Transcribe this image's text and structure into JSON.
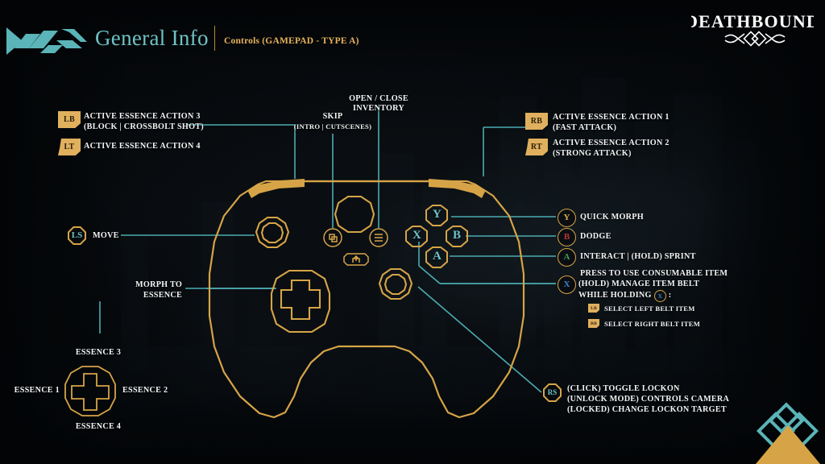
{
  "header": {
    "logo_icon": "deathbound-mark-icon",
    "title": "General Info",
    "subtitle": "Controls (GAMEPAD - TYPE A)",
    "brand": "DEATHBOUND",
    "brand_ornament_icon": "diamond-ornament-icon"
  },
  "colors": {
    "gold": "#d6a447",
    "gold_light": "#e0b05e",
    "teal": "#5ab4b8",
    "teal_title": "#6fc3c6",
    "amber_text": "#e6b35a",
    "white": "#f2f4f5",
    "background": "#06090c",
    "btn_y": "#d8b04a",
    "btn_b": "#b8342c",
    "btn_a": "#3f9a5a",
    "btn_x": "#3f86c4"
  },
  "left_shoulder": [
    {
      "badge": "LB",
      "line1": "ACTIVE ESSENCE ACTION 3",
      "line2": "(BLOCK | CROSSBOLT SHOT)"
    },
    {
      "badge": "LT",
      "line1": "ACTIVE ESSENCE ACTION 4",
      "line2": ""
    }
  ],
  "right_shoulder": [
    {
      "badge": "RB",
      "line1": "ACTIVE ESSENCE ACTION 1",
      "line2": "(FAST ATTACK)"
    },
    {
      "badge": "RT",
      "line1": "ACTIVE ESSENCE ACTION 2",
      "line2": "(STRONG ATTACK)"
    }
  ],
  "center_top": [
    {
      "name": "skip",
      "line1": "SKIP",
      "line2": "(INTRO | CUTSCENES)"
    },
    {
      "name": "inventory",
      "line1": "OPEN / CLOSE",
      "line2": "INVENTORY"
    }
  ],
  "left_stick": {
    "badge": "LS",
    "label": "MOVE"
  },
  "morph": {
    "line1": "MORPH TO",
    "line2": "ESSENCE"
  },
  "dpad": {
    "up": "ESSENCE 3",
    "left": "ESSENCE 1",
    "right": "ESSENCE 2",
    "down": "ESSENCE 4"
  },
  "face_buttons": [
    {
      "badge": "Y",
      "color": "#d8b04a",
      "label": "QUICK MORPH"
    },
    {
      "badge": "B",
      "color": "#b8342c",
      "label": "DODGE"
    },
    {
      "badge": "A",
      "color": "#3f9a5a",
      "label": "INTERACT | (HOLD) SPRINT"
    }
  ],
  "x_button": {
    "badge": "X",
    "color": "#3f86c4",
    "line1": "PRESS TO USE CONSUMABLE ITEM",
    "line2": "(HOLD) MANAGE ITEM BELT",
    "line3_prefix": "WHILE HOLDING",
    "line3_badge": "X",
    "line3_suffix": ":",
    "sub_items": [
      {
        "badge": "LB",
        "label": "SELECT LEFT BELT ITEM"
      },
      {
        "badge": "RB",
        "label": "SELECT RIGHT BELT ITEM"
      }
    ]
  },
  "right_stick": {
    "badge": "RS",
    "line1": "(CLICK) TOGGLE LOCKON",
    "line2": "(UNLOCK MODE) CONTROLS CAMERA",
    "line3": "(LOCKED) CHANGE LOCKON TARGET"
  },
  "controller": {
    "name": "gamepad-diagram",
    "buttons": [
      "Y",
      "B",
      "A",
      "X"
    ],
    "view_icon": "view-windows-icon",
    "menu_icon": "menu-lines-icon",
    "share_icon": "share-button-icon"
  },
  "corner_ornament": {
    "icon": "interlocking-diamonds-icon"
  }
}
